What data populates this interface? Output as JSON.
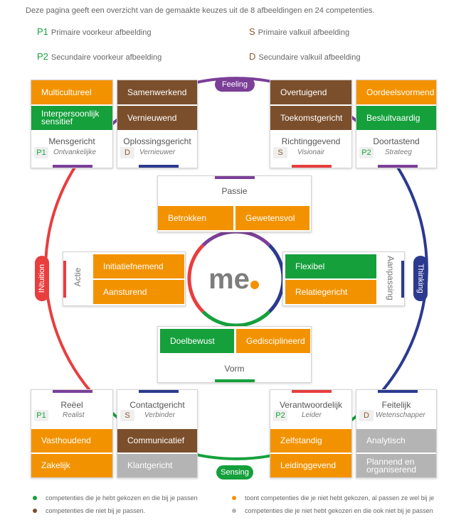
{
  "intro": "Deze pagina geeft een overzicht van de gemaakte keuzes uit de 8 afbeeldingen en 24 competenties.",
  "key": {
    "p1": {
      "code": "P1",
      "label": "Primaire voorkeur afbeelding"
    },
    "p2": {
      "code": "P2",
      "label": "Secundaire voorkeur afbeelding"
    },
    "s": {
      "code": "S",
      "label": "Primaire valkuil afbeelding"
    },
    "d": {
      "code": "D",
      "label": "Secundaire valkuil afbeelding"
    }
  },
  "axes": {
    "feeling": "Feeling",
    "thinking": "Thinking",
    "sensing": "Sensing",
    "intuition": "INtuition"
  },
  "logo": "me",
  "cards": {
    "mensgericht": {
      "comp1": "Multicultureel",
      "comp2": "Interpersoonlijk sensitief",
      "title": "Mensgericht",
      "badge": "P1",
      "sub": "Ontvankelijke"
    },
    "oplossingsgericht": {
      "comp1": "Samenwerkend",
      "comp2": "Vernieuwend",
      "title": "Oplossingsgericht",
      "badge": "D",
      "sub": "Vernieuwer"
    },
    "richtinggevend": {
      "comp1": "Overtuigend",
      "comp2": "Toekomstgericht",
      "title": "Richtinggevend",
      "badge": "S",
      "sub": "Visionair"
    },
    "doortastend": {
      "comp1": "Oordeelsvormend",
      "comp2": "Besluitvaardig",
      "title": "Doortastend",
      "badge": "P2",
      "sub": "Strateeg"
    },
    "reeel": {
      "title": "Reëel",
      "badge": "P1",
      "sub": "Realist",
      "comp1": "Vasthoudend",
      "comp2": "Zakelijk"
    },
    "contactgericht": {
      "title": "Contactgericht",
      "badge": "S",
      "sub": "Verbinder",
      "comp1": "Communicatief",
      "comp2": "Klantgericht"
    },
    "verantwoordelijk": {
      "title": "Verantwoordelijk",
      "badge": "P2",
      "sub": "Leider",
      "comp1": "Zelfstandig",
      "comp2": "Leidinggevend"
    },
    "feitelijk": {
      "title": "Feitelijk",
      "badge": "D",
      "sub": "Wetenschapper",
      "comp1": "Analytisch",
      "comp2": "Plannend en organiserend"
    }
  },
  "inner": {
    "passie": {
      "title": "Passie",
      "comp1": "Betrokken",
      "comp2": "Gewetensvol"
    },
    "actie": {
      "title": "Actie",
      "comp1": "Initiatiefnemend",
      "comp2": "Aansturend"
    },
    "aanpassing": {
      "title": "Aanpassing",
      "comp1": "Flexibel",
      "comp2": "Relatiegericht"
    },
    "vorm": {
      "title": "Vorm",
      "comp1": "Doelbewust",
      "comp2": "Gedisciplineerd"
    }
  },
  "legend": [
    {
      "color": "#15a03c",
      "text": "competenties die je hebt gekozen en die bij je passen"
    },
    {
      "color": "#f39200",
      "text": "toont competenties die je niet hebt gekozen, al passen ze wel bij je"
    },
    {
      "color": "#7b4f2c",
      "text": "competenties die niet bij je passen."
    },
    {
      "color": "#b4b4b4",
      "text": "competenties die je niet hebt gekozen en die ook niet bij je passen"
    }
  ],
  "colors": {
    "feeling": "#7b3f98",
    "thinking": "#2b3a8f",
    "sensing": "#15a03c",
    "intuition": "#e83e3e",
    "orange": "#f39200",
    "green": "#15a03c",
    "brown": "#7b4f2c",
    "grey": "#b4b4b4"
  }
}
